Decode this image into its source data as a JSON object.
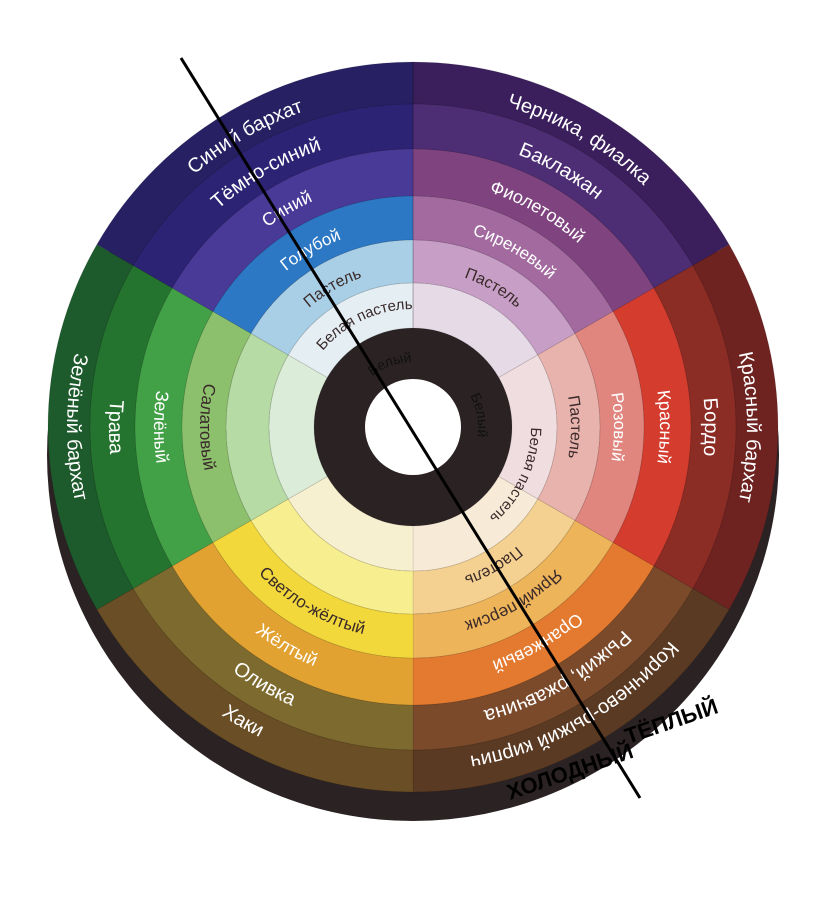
{
  "segments": [
    {
      "id": "purple",
      "colors": [
        "#3a1f5c",
        "#4d2d74",
        "#7f447f",
        "#a26a9f",
        "#c79fc6",
        "#e6dae6"
      ],
      "labels": [
        "Черника, фиалка",
        "Баклажан",
        "Фиолетовый",
        "Сиреневый",
        "Пастель"
      ]
    },
    {
      "id": "red",
      "colors": [
        "#6e2321",
        "#8b2c25",
        "#d43c2e",
        "#e0867f",
        "#e8b3ad",
        "#f0dde0"
      ],
      "labels": [
        "Красный бархат",
        "Бордо",
        "Красный",
        "Розовый",
        "Пастель"
      ]
    },
    {
      "id": "brown",
      "colors": [
        "#5a3a22",
        "#7a4a2b",
        "#e37a2f",
        "#eeb45a",
        "#f4d190",
        "#f7ebd8"
      ],
      "labels": [
        "Коричнево-рыжий кирпич",
        "Рыжий, ржавчина",
        "Оранжевый",
        "Яркий персик",
        "Пастель"
      ]
    },
    {
      "id": "yellow",
      "colors": [
        "#6a4e25",
        "#7d6a2e",
        "#e1a232",
        "#f2d83b",
        "#f6ee8f",
        "#f7f0d0"
      ],
      "labels": [
        "Хаки",
        "Оливка",
        "Жёлтый",
        "Светло-жёлтый"
      ]
    },
    {
      "id": "green",
      "colors": [
        "#1d5a2c",
        "#24742f",
        "#42a047",
        "#8cc06c",
        "#b6dba4",
        "#dbecd8"
      ],
      "labels": [
        "Зелёный бархат",
        "Трава",
        "Зелёный",
        "Салатовый"
      ]
    },
    {
      "id": "blue",
      "colors": [
        "#272163",
        "#2d2375",
        "#4a3a98",
        "#2c78c5",
        "#a9cfe6",
        "#e4eef3"
      ],
      "labels": [
        "Синий бархат",
        "Тёмно-синий",
        "Синий",
        "Голубой",
        "Пастель"
      ]
    }
  ],
  "inner_labels": {
    "white_pastel_1": "Белая пастель",
    "white_pastel_2": "Белая пастель",
    "white_1": "Белый",
    "white_2": "Белый"
  },
  "axis_labels": {
    "cold": "ХОЛОДНЫЙ",
    "warm": "ТЁПЛЫЙ"
  },
  "colors": {
    "rim": "#2b2223",
    "center": "#ffffff",
    "divider": "#000000"
  }
}
